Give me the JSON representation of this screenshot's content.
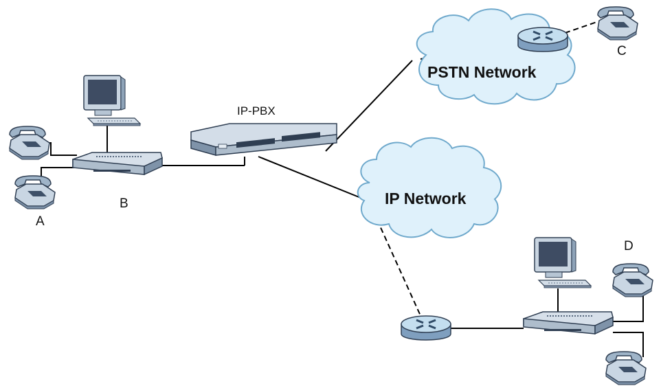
{
  "diagram": {
    "labels": {
      "ip_pbx": "IP-PBX",
      "pstn_network": "PSTN Network",
      "ip_network": "IP Network",
      "site_a": "A",
      "site_b": "B",
      "site_c": "C",
      "site_d": "D"
    },
    "icons": {
      "phone": "telephone-icon",
      "computer": "computer-icon",
      "gateway": "voip-gateway-icon",
      "switch": "ip-pbx-switch-icon",
      "router": "router-icon",
      "cloud": "network-cloud-icon"
    },
    "colors": {
      "cloud_fill": "#dff1fb",
      "cloud_stroke": "#6fa9cc",
      "device_fill": "#c5d3e2",
      "device_dark": "#3d4f66",
      "router_fill": "#b9d7ee",
      "line": "#000000"
    }
  }
}
